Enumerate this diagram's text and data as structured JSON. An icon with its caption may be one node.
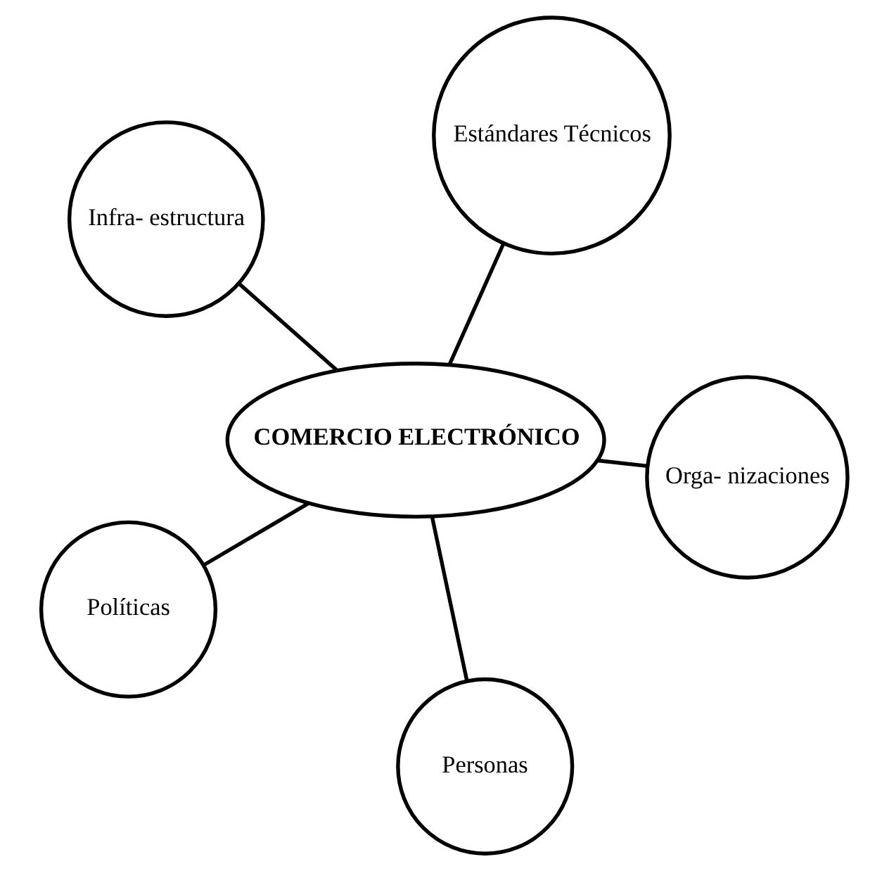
{
  "diagram": {
    "nodes": [
      {
        "text": [
          "Infra- estructura"
        ]
      },
      {
        "text": [
          "Orga- nizaciones"
        ]
      },
      {
        "text": [
          "Personas"
        ]
      },
      {
        "text": [
          "COMERCIO ELECTRÓNICO"
        ]
      },
      {
        "text": [
          "Estándares Técnicos"
        ]
      },
      {
        "text": [
          "Políticas"
        ]
      }
    ],
    "edges": [
      {
        "from": 3,
        "to": 0,
        "arrow": "none"
      },
      {
        "from": 3,
        "to": 1,
        "arrow": "none"
      },
      {
        "from": 3,
        "to": 2,
        "arrow": "none"
      },
      {
        "from": 3,
        "to": 4,
        "arrow": "none"
      },
      {
        "from": 3,
        "to": 5,
        "arrow": "none"
      }
    ]
  }
}
